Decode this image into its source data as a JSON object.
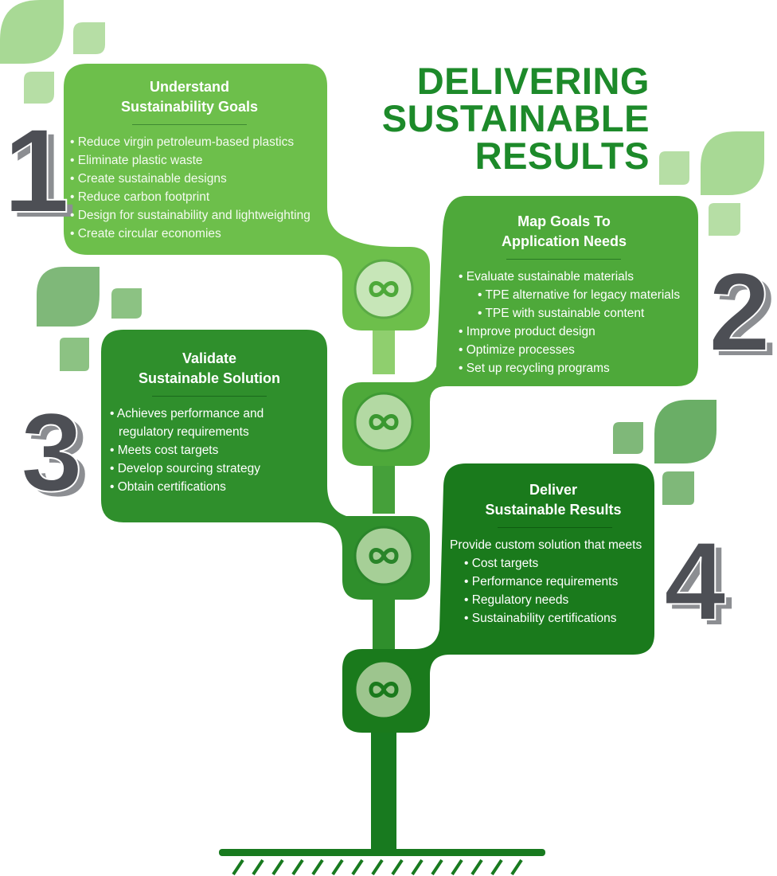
{
  "title_lines": [
    "DELIVERING",
    "SUSTAINABLE",
    "RESULTS"
  ],
  "colors": {
    "step1": "#6dbf4b",
    "step2": "#4ea93a",
    "step3": "#2f8f2c",
    "step4": "#1a7a1c",
    "trunk": "#187a1f",
    "title": "#1d8a2a",
    "leaf_light": "#8fcf7a",
    "number": "#4d4f55"
  },
  "icon": "infinity-recycle-icon",
  "steps": [
    {
      "number": "1",
      "heading_lines": [
        "Understand",
        "Sustainability Goals"
      ],
      "items": [
        "Reduce virgin petroleum-based plastics",
        "Eliminate plastic waste",
        "Create sustainable designs",
        "Reduce carbon footprint",
        "Design for sustainability and lightweighting",
        "Create circular economies"
      ]
    },
    {
      "number": "2",
      "heading_lines": [
        "Map Goals To",
        "Application Needs"
      ],
      "items": [
        {
          "text": "Evaluate sustainable materials",
          "level": 0
        },
        {
          "text": "TPE alternative for legacy materials",
          "level": 1
        },
        {
          "text": "TPE with sustainable content",
          "level": 1
        },
        {
          "text": "Improve product design",
          "level": 0
        },
        {
          "text": "Optimize processes",
          "level": 0
        },
        {
          "text": "Set up recycling programs",
          "level": 0
        }
      ]
    },
    {
      "number": "3",
      "heading_lines": [
        "Validate",
        "Sustainable Solution"
      ],
      "items": [
        "Achieves performance and",
        "regulatory requirements",
        "Meets cost targets",
        "Develop sourcing strategy",
        "Obtain certifications"
      ]
    },
    {
      "number": "4",
      "heading_lines": [
        "Deliver",
        "Sustainable Results"
      ],
      "intro": "Provide custom solution that meets",
      "items": [
        "Cost targets",
        "Performance requirements",
        "Regulatory needs",
        "Sustainability certifications"
      ]
    }
  ]
}
